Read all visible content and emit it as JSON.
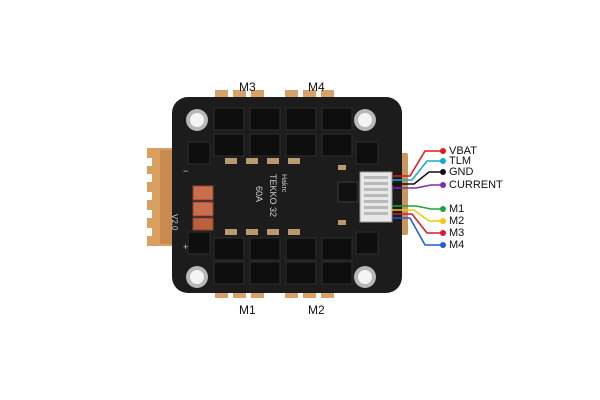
{
  "motor_labels": {
    "top_left": "M3",
    "top_right": "M4",
    "bottom_left": "M1",
    "bottom_right": "M2"
  },
  "board_text": {
    "brand": "Hakrc",
    "model": "TEKKO 32",
    "current_rating": "60A",
    "version": "V2.0",
    "pad_minus": "−",
    "pad_plus": "+"
  },
  "pinout": [
    {
      "label": "VBAT",
      "color": "#e11919"
    },
    {
      "label": "TLM",
      "color": "#1aa7d6"
    },
    {
      "label": "GND",
      "color": "#111111"
    },
    {
      "label": "CURRENT",
      "color": "#7b2fb0"
    },
    {
      "label": "M1",
      "color": "#1fa33a"
    },
    {
      "label": "M2",
      "color": "#f2c70f"
    },
    {
      "label": "M3",
      "color": "#d81b2c"
    },
    {
      "label": "M4",
      "color": "#1f5fd1"
    }
  ]
}
